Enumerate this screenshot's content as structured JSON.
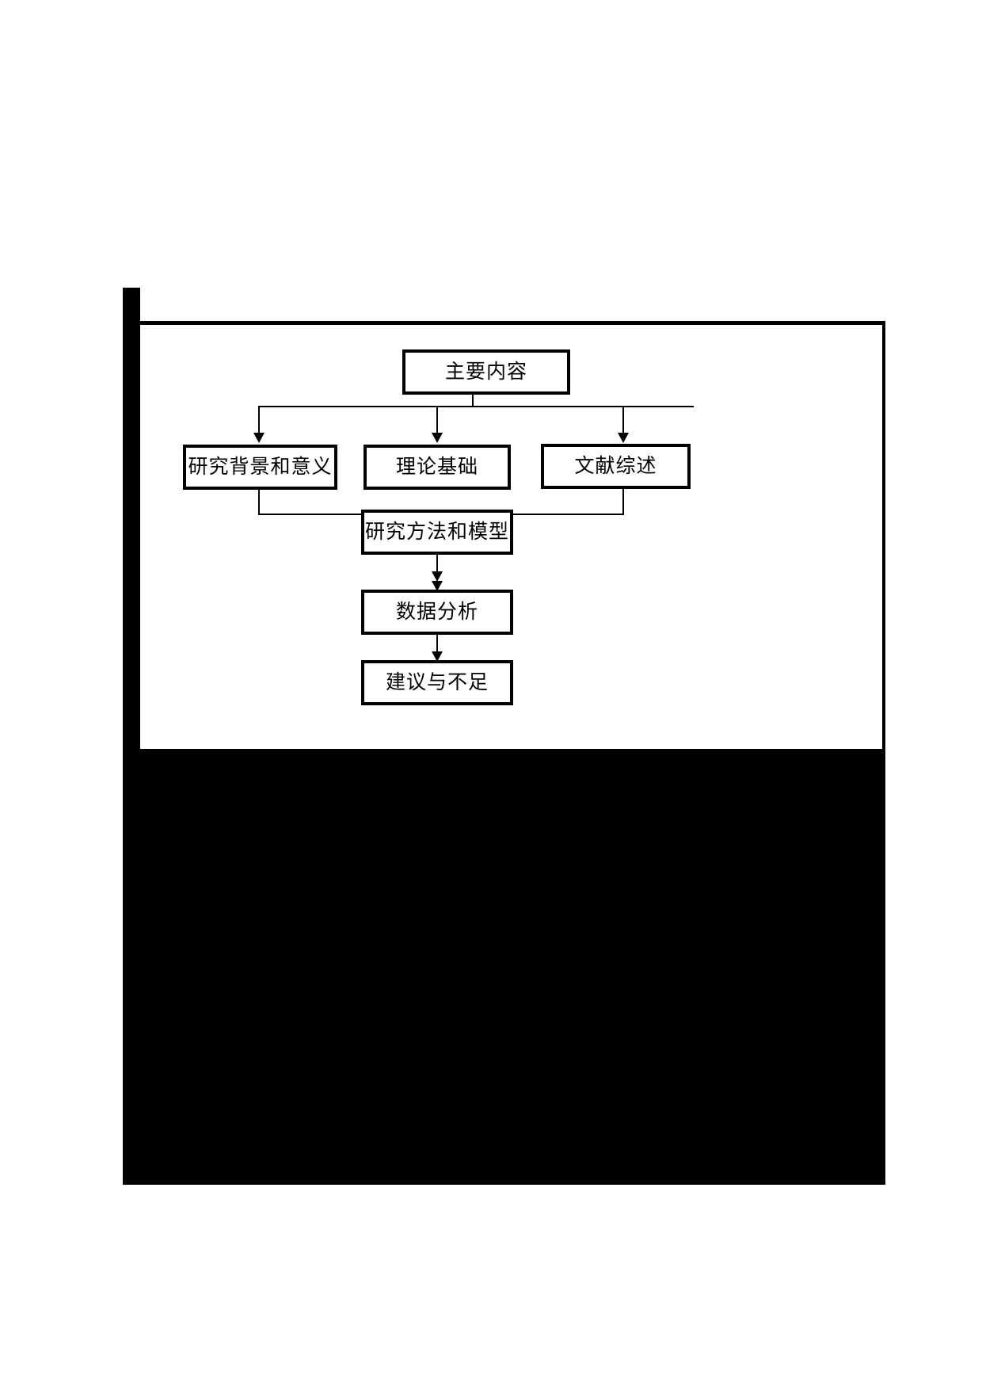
{
  "figure": {
    "type": "flowchart",
    "orientation": "top-down",
    "nodes": [
      {
        "id": "main",
        "label": "主要内容",
        "level": 0
      },
      {
        "id": "bg",
        "label": "研究背景和意义",
        "level": 1
      },
      {
        "id": "theory",
        "label": "理论基础",
        "level": 1
      },
      {
        "id": "lit",
        "label": "文献综述",
        "level": 1
      },
      {
        "id": "method",
        "label": "研究方法和模型",
        "level": 2
      },
      {
        "id": "data",
        "label": "数据分析",
        "level": 3
      },
      {
        "id": "advice",
        "label": "建议与不足",
        "level": 4
      }
    ],
    "edges": [
      {
        "from": "main",
        "to": "bg"
      },
      {
        "from": "main",
        "to": "theory"
      },
      {
        "from": "main",
        "to": "lit"
      },
      {
        "from": "bg",
        "to": "method"
      },
      {
        "from": "theory",
        "to": "method"
      },
      {
        "from": "lit",
        "to": "method"
      },
      {
        "from": "method",
        "to": "data"
      },
      {
        "from": "data",
        "to": "advice"
      }
    ],
    "colors": {
      "node_border": "#000000",
      "node_fill": "#ffffff",
      "connector": "#000000",
      "frame": "#000000",
      "block_fill": "#000000"
    }
  }
}
